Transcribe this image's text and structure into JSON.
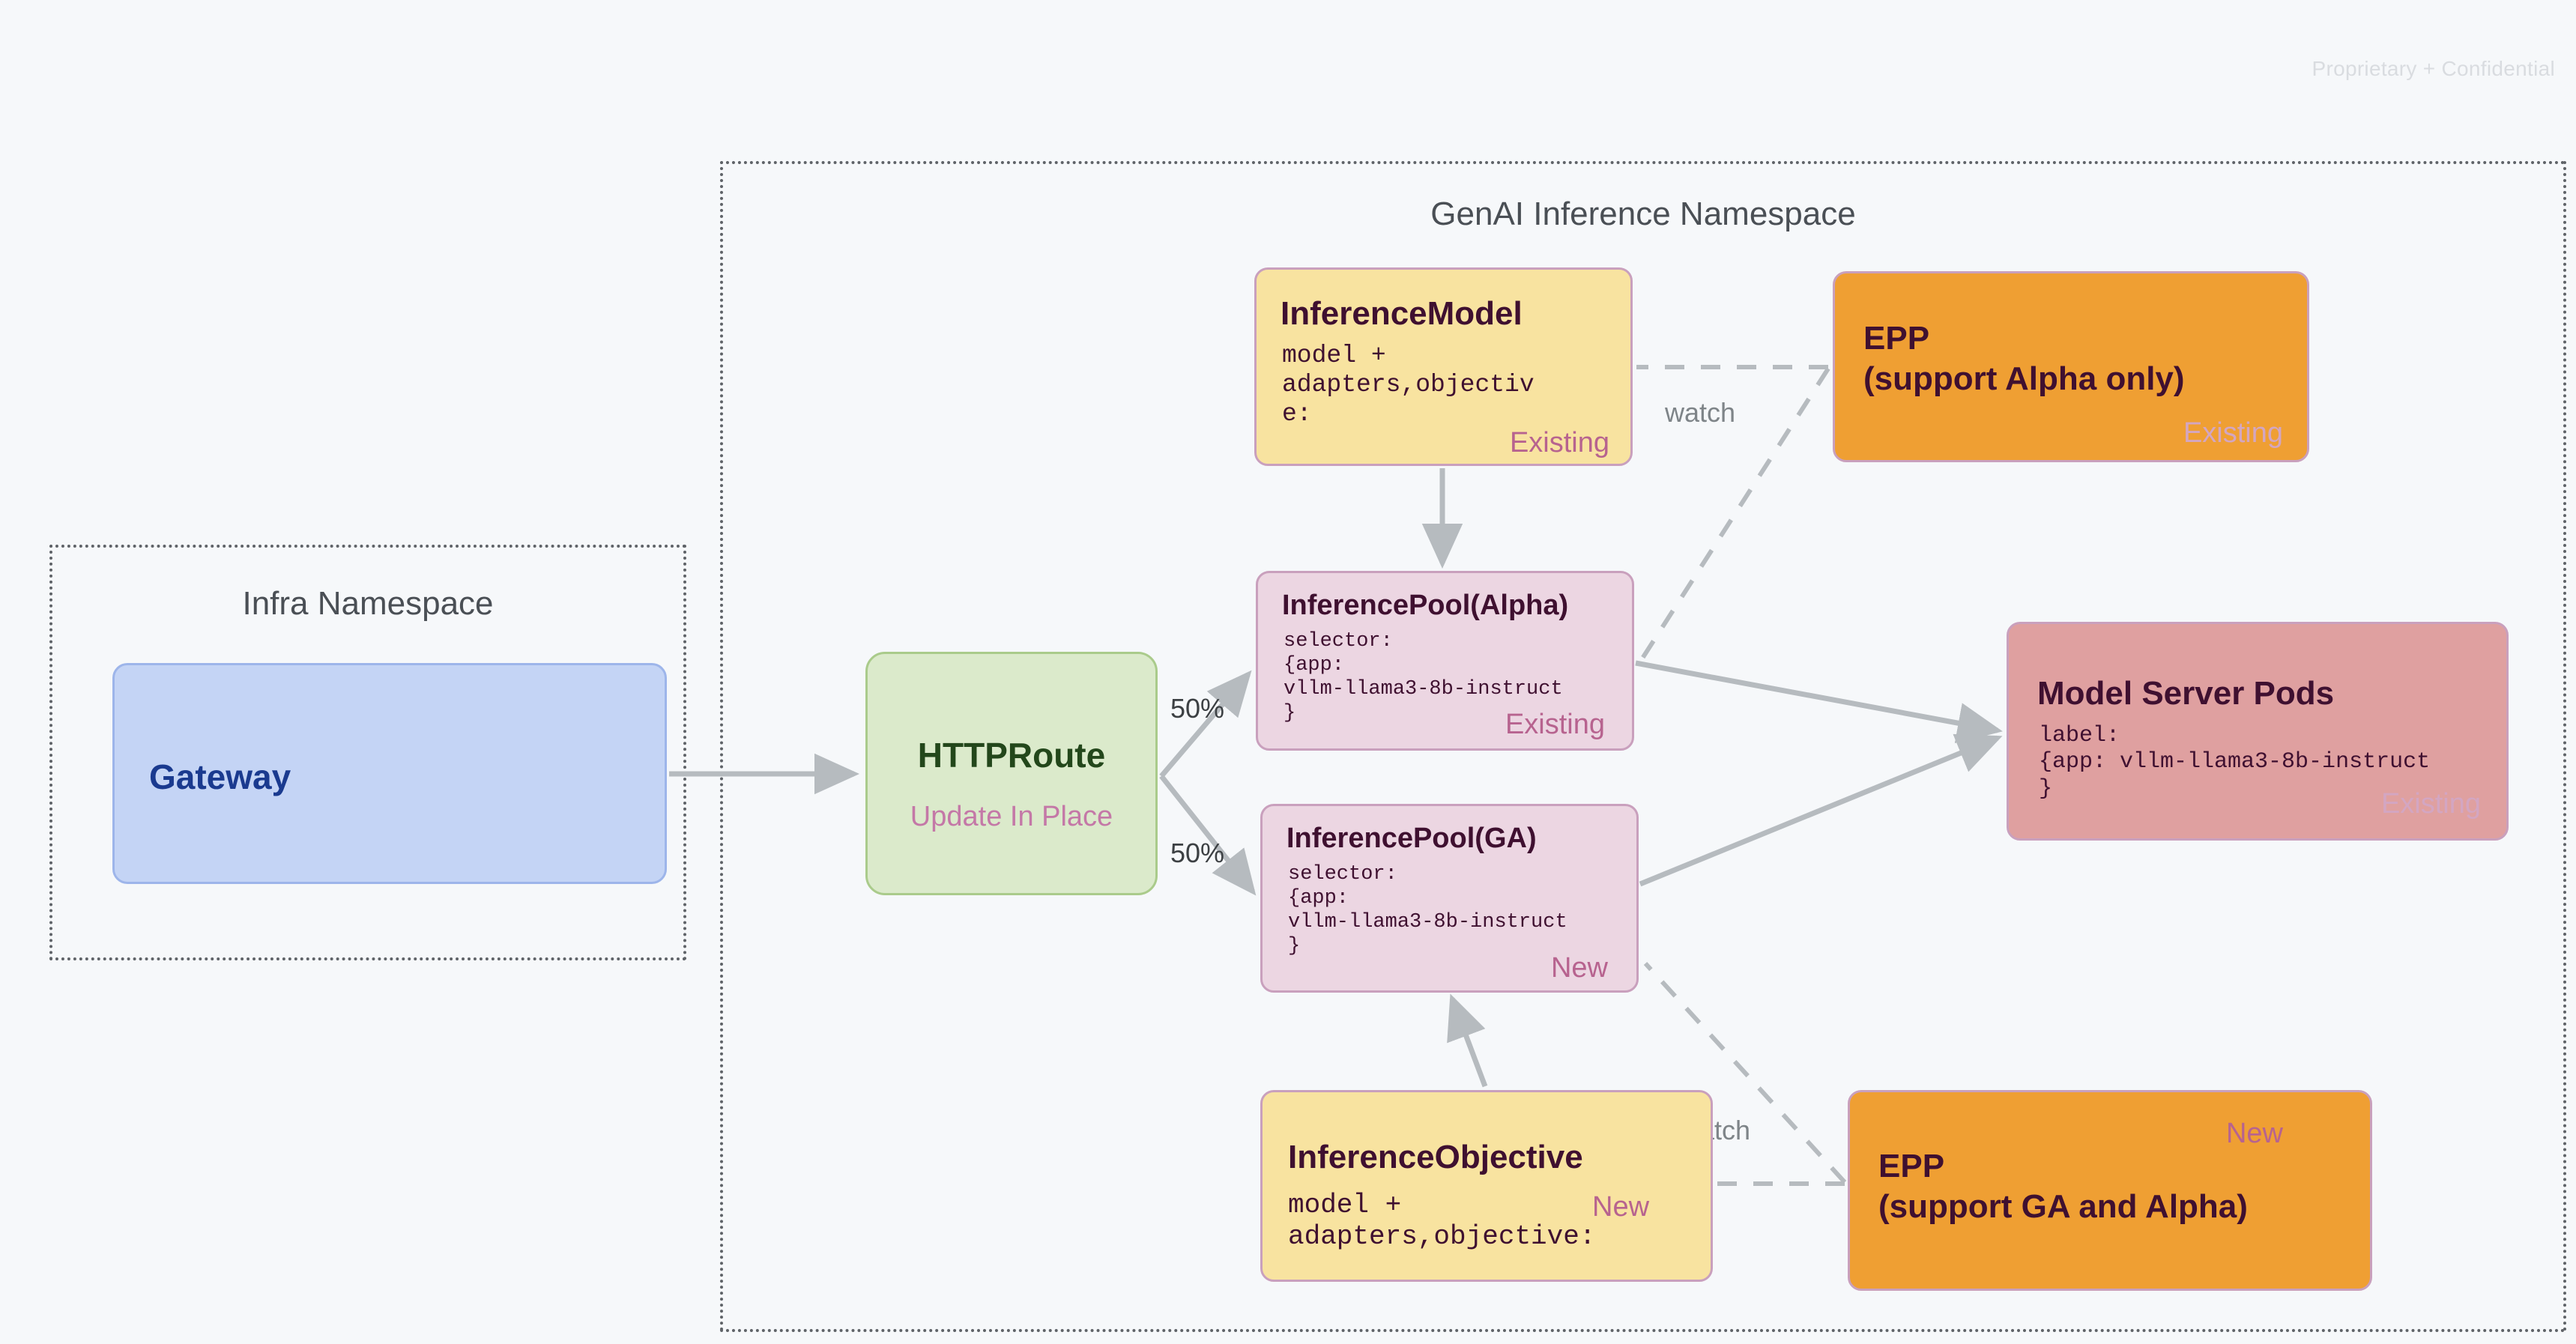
{
  "header": {
    "confidential": "Proprietary + Confidential"
  },
  "namespaces": [
    {
      "id": "infra",
      "title": "Infra Namespace"
    },
    {
      "id": "genai",
      "title": "GenAI Inference Namespace"
    }
  ],
  "nodes": {
    "gateway": {
      "title": "Gateway"
    },
    "httproute": {
      "title": "HTTPRoute",
      "tag": "Update In Place"
    },
    "inference_model": {
      "title": "InferenceModel",
      "body": "model +\nadapters,objectiv\ne:",
      "tag": "Existing"
    },
    "inference_pool_alpha": {
      "title": "InferencePool(Alpha)",
      "body": "selector:\n{app:\nvllm-llama3-8b-instruct\n}",
      "tag": "Existing"
    },
    "inference_pool_ga": {
      "title": "InferencePool(GA)",
      "body": "selector:\n{app:\nvllm-llama3-8b-instruct\n}",
      "tag": "New"
    },
    "inference_objective": {
      "title": "InferenceObjective",
      "body": "model +\nadapters,objective:",
      "tag": "New"
    },
    "epp_alpha": {
      "title": "EPP\n(support Alpha only)",
      "tag": "Existing"
    },
    "epp_ga": {
      "title": "EPP\n(support GA and Alpha)",
      "tag": "New"
    },
    "model_server_pods": {
      "title": "Model Server Pods",
      "body": "label:\n{app: vllm-llama3-8b-instruct\n}",
      "tag": "Existing"
    }
  },
  "edge_labels": {
    "split_top": "50%",
    "split_bottom": "50%",
    "watch_top": "watch",
    "watch_bottom": "watch"
  },
  "colors": {
    "background": "#f6f8fa",
    "gateway_fill": "#c4d4f5",
    "gateway_text": "#1a3a8f",
    "httproute_fill": "#dbeacb",
    "httproute_text": "#23471b",
    "yellow_fill": "#f8e3a0",
    "pink_fill": "#ecd6e2",
    "orange_fill": "#ef9f33",
    "red_fill": "#dfa0a0",
    "node_border": "#c9a0bd",
    "tag_new": "#b7638f",
    "tag_existing_faded": "#d3a6c2",
    "edge": "#b6bbbf",
    "namespace_border": "#5f6368",
    "namespace_title": "#4a4f55"
  }
}
